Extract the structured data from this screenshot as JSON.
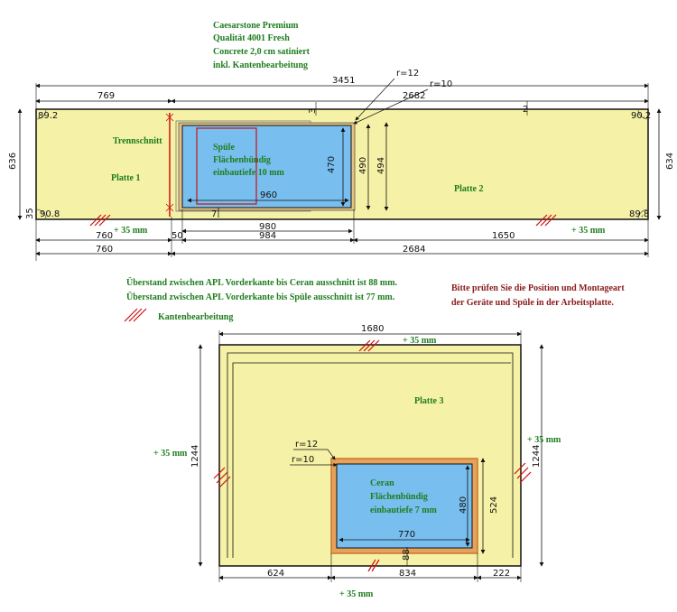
{
  "colors": {
    "slab_fill": "#f5f1a6",
    "sink_fill": "#78bff0",
    "green_text": "#1e7d1e",
    "red_text": "#8b1a1a",
    "edge_mark": "#cc1111",
    "cutout_border": "#c9772e"
  },
  "header": {
    "line1": "Caesarstone Premium",
    "line2": "Qualität 4001 Fresh",
    "line3": "Concrete 2,0 cm satiniert",
    "line4": "inkl. Kantenbearbeitung"
  },
  "top": {
    "dims": {
      "total_width": "3451",
      "left_width": "769",
      "right_width": "2682",
      "radius_12": "r=12",
      "radius_10": "r=10",
      "height_left": "636",
      "height_right": "634",
      "sink_height_inner": "470",
      "sink_height_490": "490",
      "sink_height_494": "494",
      "sink_width": "960",
      "small_3": "3",
      "small_35": "35",
      "small_7": "7",
      "small_2": "2",
      "angle_tl": "89.2",
      "angle_tr": "90.2",
      "angle_bl": "90.8",
      "angle_br": "89.8",
      "bottom_760": "760",
      "bottom_50": "50",
      "bottom_980": "980",
      "bottom_984": "984",
      "bottom_1650": "1650",
      "bottom_760b": "760",
      "bottom_2684": "2684"
    },
    "labels": {
      "trennschnitt": "Trennschnitt",
      "platte1": "Platte 1",
      "platte2": "Platte 2",
      "sink_l1": "Spüle",
      "sink_l2": "Flächenbündig",
      "sink_l3": "einbautiefe 10 mm",
      "plus35_left": "+ 35 mm",
      "plus35_right": "+ 35 mm"
    }
  },
  "notes": {
    "overhang_ceran": "Überstand zwischen APL Vorderkante bis Ceran ausschnitt ist 88 mm.",
    "overhang_sink": "Überstand zwischen APL Vorderkante bis Spüle ausschnitt ist 77 mm.",
    "legend_edge": "Kantenbearbeitung",
    "check_l1": "Bitte prüfen Sie die Position und Montageart",
    "check_l2": "der Geräte und Spüle in der Arbeitsplatte."
  },
  "bottom": {
    "dims": {
      "width": "1680",
      "height_left": "1244",
      "height_right": "1244",
      "radius_12": "r=12",
      "radius_10": "r=10",
      "ceran_height_480": "480",
      "ceran_height_524": "524",
      "ceran_width": "770",
      "bottom_624": "624",
      "bottom_834": "834",
      "bottom_222": "222",
      "small_88": "88"
    },
    "labels": {
      "platte3": "Platte 3",
      "plus35_top": "+ 35 mm",
      "plus35_left": "+ 35 mm",
      "plus35_right": "+ 35 mm",
      "plus35_bottom": "+ 35 mm",
      "ceran_l1": "Ceran",
      "ceran_l2": "Flächenbündig",
      "ceran_l3": "einbautiefe 7 mm"
    }
  }
}
